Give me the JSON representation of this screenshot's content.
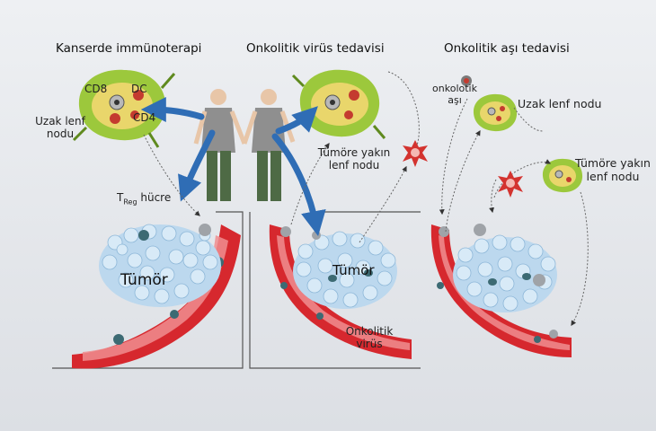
{
  "titles": {
    "immunotherapy": "Kanserde immünoterapi",
    "virus": "Onkolitik virüs tedavisi",
    "vaccine": "Onkolitik aşı tedavisi"
  },
  "labels": {
    "cd8": "CD8",
    "dc": "DC",
    "cd4": "CD4",
    "distant_node_1": "Uzak lenf nodu",
    "treg_main": "T",
    "treg_sub": "Reg",
    "treg_rest": " hücre",
    "tumor_1": "Tümör",
    "near_node_1": "Tümöre yakın lenf nodu",
    "tumor_2": "Tümör",
    "oncolytic_virus": "Onkolitik virüs",
    "oncolytic_vaccine": "onkolotik aşı",
    "distant_node_2": "Uzak lenf nodu",
    "near_node_2": "Tümöre yakın lenf nodu"
  },
  "colors": {
    "arrow_blue": "#2f6db5",
    "vessel_red": "#d6282e",
    "vessel_inner": "#f08d8f",
    "cell_blue": "#bcd8ee",
    "node_green": "#9cc83c",
    "node_yellow": "#e9d66b",
    "person_shirt": "#8f8f8f",
    "person_pants": "#4e6a45"
  }
}
